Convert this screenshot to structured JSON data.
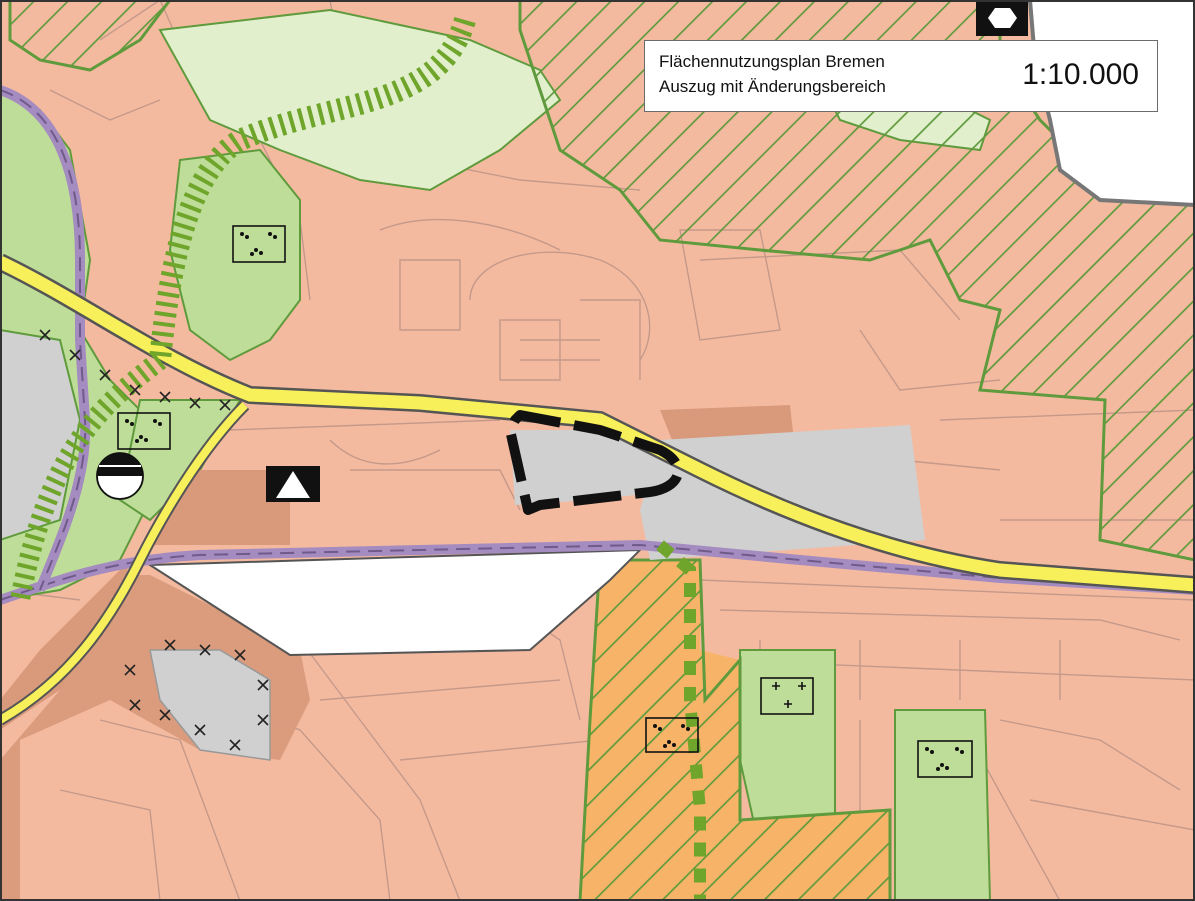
{
  "map": {
    "title_line_1": "Flächennutzungsplan Bremen",
    "title_line_2": "Auszug mit Änderungsbereich",
    "scale": "1:10.000"
  },
  "colors": {
    "residential": "#f4baa0",
    "mixed_use": "#d99a7c",
    "commercial": "#f7b469",
    "green_space": "#bedd98",
    "green_light": "#e2efcd",
    "traffic_area": "#d0d0d0",
    "main_road": "#f7f05a",
    "railway": "#a48bc0",
    "green_hatch": "#5f9b3c",
    "change_area_outline": "#111111",
    "street_lines": "#b58e82"
  },
  "icons": [
    "allotment-garden-icon",
    "cemetery-icon",
    "triangle-symbol-icon",
    "half-circle-symbol-icon",
    "hexagon-symbol-icon"
  ]
}
